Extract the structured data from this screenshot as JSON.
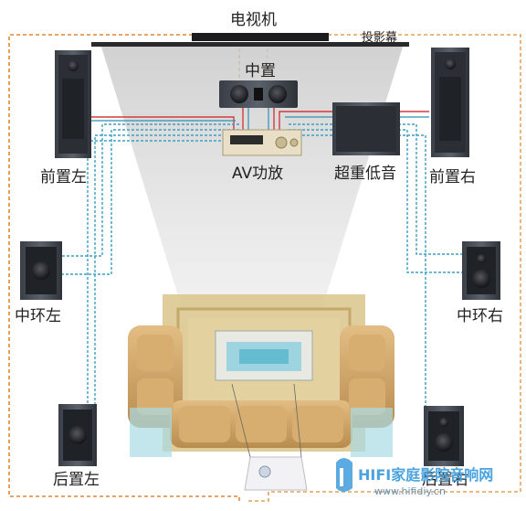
{
  "labels": {
    "tv": "电视机",
    "screen": "投影幕",
    "center": "中置",
    "av_amp": "AV功放",
    "subwoofer": "超重低音",
    "front_left": "前置左",
    "front_right": "前置右",
    "mid_surround_left": "中环左",
    "mid_surround_right": "中环右",
    "rear_left": "后置左",
    "rear_right": "后置右"
  },
  "watermark": {
    "title": "HIFI家庭影院音响网",
    "url": "www.hifidiy.cn"
  },
  "colors": {
    "speaker_cabinet": "#4a4f58",
    "speaker_driver": "#1c1f24",
    "cable_red": "#d23b3b",
    "cable_blue": "#2f8fb2",
    "cable_dashed_blue": "#3b9fc4",
    "cable_orange_dashed": "#e0882e",
    "projection_beam": "#cfcfcf",
    "sofa": "#cfa56a",
    "rug": "#d8c28a"
  }
}
